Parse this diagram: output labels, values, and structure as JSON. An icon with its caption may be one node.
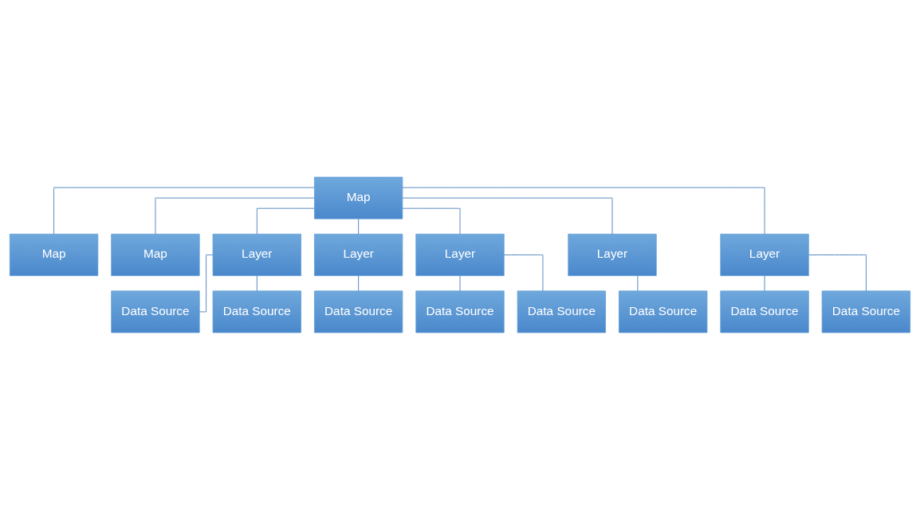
{
  "diagram": {
    "nodes": [
      {
        "text": [
          "Map"
        ]
      },
      {
        "text": [
          "Map"
        ]
      },
      {
        "text": [
          "Map"
        ]
      },
      {
        "text": [
          "Layer"
        ]
      },
      {
        "text": [
          "Layer"
        ]
      },
      {
        "text": [
          "Layer"
        ]
      },
      {
        "text": [
          "Layer"
        ]
      },
      {
        "text": [
          "Layer"
        ]
      },
      {
        "text": [
          "Data Source"
        ]
      },
      {
        "text": [
          "Data Source"
        ]
      },
      {
        "text": [
          "Data Source"
        ]
      },
      {
        "text": [
          "Data Source"
        ]
      },
      {
        "text": [
          "Data Source"
        ]
      },
      {
        "text": [
          "Data Source"
        ]
      },
      {
        "text": [
          "Data Source"
        ]
      },
      {
        "text": [
          "Data Source"
        ]
      }
    ],
    "edges": [
      {
        "from": 0,
        "to": 1,
        "arrow": "none"
      },
      {
        "from": 0,
        "to": 2,
        "arrow": "none"
      },
      {
        "from": 0,
        "to": 3,
        "arrow": "none"
      },
      {
        "from": 0,
        "to": 4,
        "arrow": "none"
      },
      {
        "from": 0,
        "to": 5,
        "arrow": "none"
      },
      {
        "from": 0,
        "to": 6,
        "arrow": "none"
      },
      {
        "from": 0,
        "to": 7,
        "arrow": "none"
      },
      {
        "from": 3,
        "to": 8,
        "arrow": "none"
      },
      {
        "from": 3,
        "to": 13,
        "arrow": "none"
      },
      {
        "from": 4,
        "to": 9,
        "arrow": "none"
      },
      {
        "from": 5,
        "to": 10,
        "arrow": "none"
      },
      {
        "from": 5,
        "to": 14,
        "arrow": "none"
      },
      {
        "from": 6,
        "to": 11,
        "arrow": "none"
      },
      {
        "from": 7,
        "to": 12,
        "arrow": "none"
      },
      {
        "from": 7,
        "to": 15,
        "arrow": "none"
      }
    ]
  }
}
